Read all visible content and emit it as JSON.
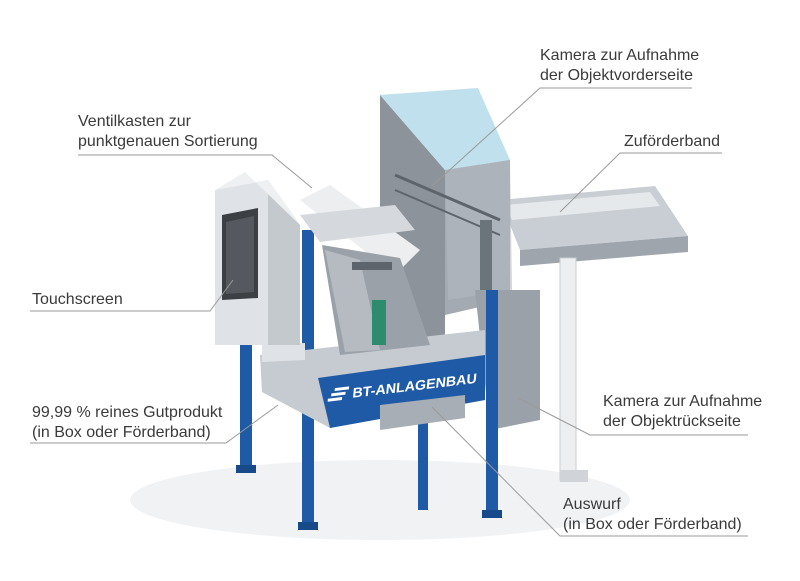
{
  "callouts": {
    "camera_front": {
      "line1": "Kamera zur Aufnahme",
      "line2": "der Objektvorderseite"
    },
    "feed_belt": {
      "line1": "Zuförderband"
    },
    "valve_box": {
      "line1": "Ventilkasten zur",
      "line2": "punktgenauen Sortierung"
    },
    "touchscreen": {
      "line1": "Touchscreen"
    },
    "camera_back": {
      "line1": "Kamera zur Aufnahme",
      "line2": "der Objektrückseite"
    },
    "good_product": {
      "line1": "99,99 % reines Gutprodukt",
      "line2": "(in Box oder Förderband)"
    },
    "ejection": {
      "line1": "Auswurf",
      "line2": "(in Box oder Förderband)"
    }
  },
  "logo": {
    "text": "BT-ANLAGENBAU"
  },
  "colors": {
    "frame_blue": "#1f5aa6",
    "steel_light": "#d7dbe0",
    "steel_mid": "#aeb4bb",
    "steel_dark": "#7b828a",
    "camera_box_top": "#bfe0ec",
    "callout_line": "#9a9a9a",
    "label_text": "#3a3a3a"
  }
}
